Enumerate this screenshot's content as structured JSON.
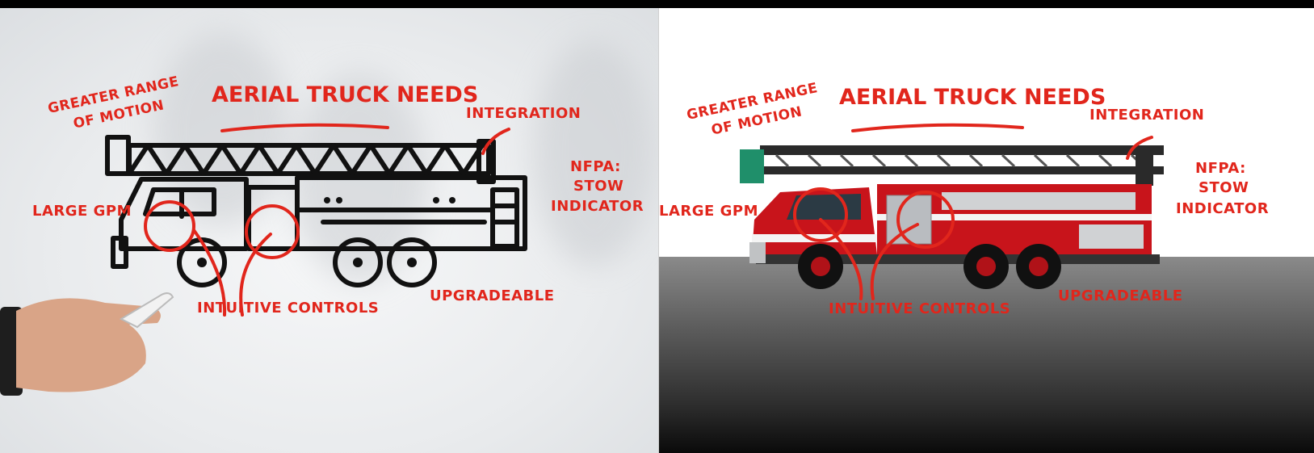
{
  "panels": [
    {
      "id": "sketch",
      "labels": {
        "title": "AERIAL TRUCK NEEDS",
        "range_line1": "GREATER RANGE",
        "range_line2": "OF MOTION",
        "integration": "INTEGRATION",
        "nfpa_line1": "NFPA:",
        "nfpa_line2": "STOW",
        "nfpa_line3": "INDICATOR",
        "gpm": "LARGE GPM",
        "controls": "INTUITIVE CONTROLS",
        "upgradeable": "UPGRADEABLE"
      }
    },
    {
      "id": "photo",
      "labels": {
        "title": "AERIAL TRUCK NEEDS",
        "range_line1": "GREATER RANGE",
        "range_line2": "OF MOTION",
        "integration": "INTEGRATION",
        "nfpa_line1": "NFPA:",
        "nfpa_line2": "STOW",
        "nfpa_line3": "INDICATOR",
        "gpm": "LARGE GPM",
        "controls": "INTUITIVE CONTROLS",
        "upgradeable": "UPGRADEABLE"
      }
    }
  ],
  "colors": {
    "annotation_red": "#e1261c",
    "sketch_ink": "#111111",
    "truck_red": "#c8141b",
    "floor_dark": "#1a1a1a"
  }
}
